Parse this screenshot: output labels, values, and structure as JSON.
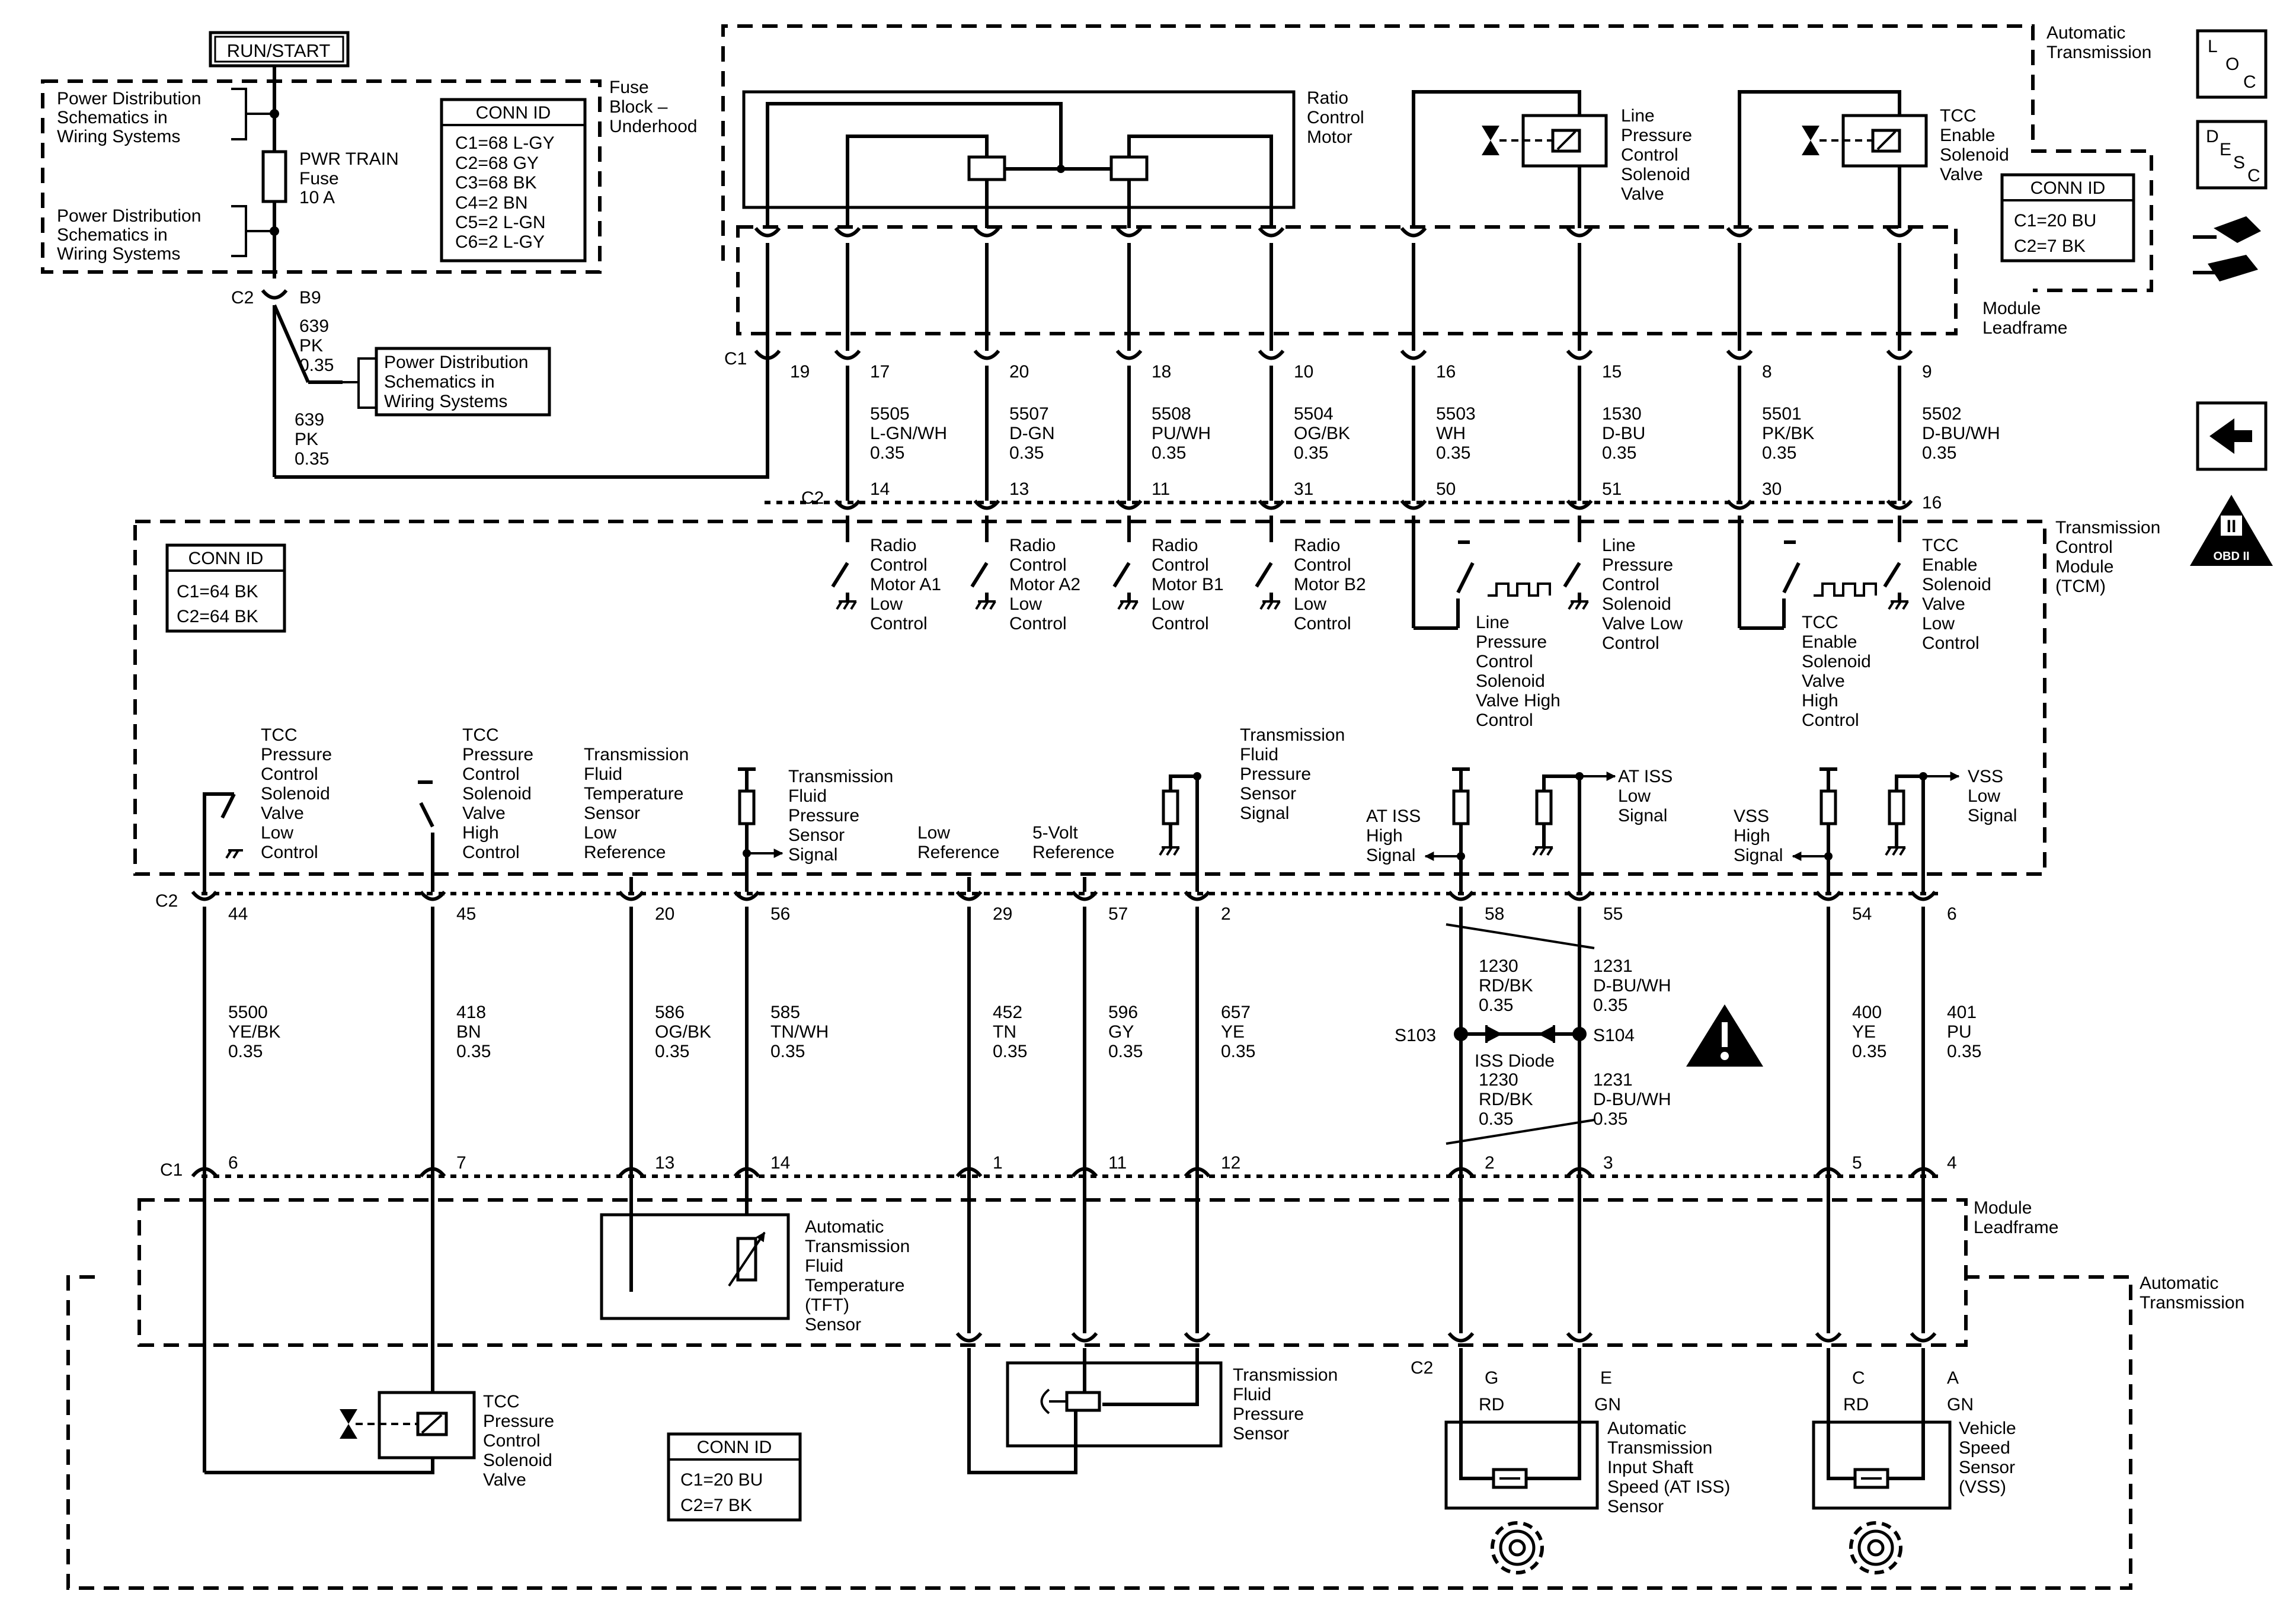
{
  "run_start": "RUN/START",
  "fuse_block": {
    "label": [
      "Fuse",
      "Block –",
      "Underhood"
    ],
    "power_dist": [
      "Power Distribution",
      "Schematics in",
      "Wiring Systems"
    ],
    "fuse": [
      "PWR TRAIN",
      "Fuse",
      "10 A"
    ],
    "conn_title": "CONN ID",
    "conn": [
      "C1=68 L-GY",
      "C2=68 GY",
      "C3=68 BK",
      "C4=2 BN",
      "C5=2 L-GN",
      "C6=2 L-GY"
    ],
    "c2_label": "C2",
    "c2_pin": "B9",
    "feed1": [
      "639",
      "PK",
      "0.35"
    ],
    "feed2": [
      "639",
      "PK",
      "0.35"
    ]
  },
  "at_top": {
    "title": [
      "Automatic",
      "Transmission"
    ],
    "ratio_motor": [
      "Ratio",
      "Control",
      "Motor"
    ],
    "line_pressure_valve": [
      "Line",
      "Pressure",
      "Control",
      "Solenoid",
      "Valve"
    ],
    "tcc_enable_valve": [
      "TCC",
      "Enable",
      "Solenoid",
      "Valve"
    ],
    "conn_title": "CONN ID",
    "conn": [
      "C1=20 BU",
      "C2=7 BK"
    ],
    "leadframe": [
      "Module",
      "Leadframe"
    ]
  },
  "upper_circuits": {
    "c1_label": "C1",
    "c2_label": "C2",
    "c1_pins": [
      "19",
      "17",
      "20",
      "18",
      "10",
      "16",
      "15",
      "8",
      "9"
    ],
    "c2_pins": [
      "14",
      "13",
      "11",
      "31",
      "50",
      "51",
      "30",
      "16"
    ],
    "wires": [
      [
        "5505",
        "L-GN/WH",
        "0.35"
      ],
      [
        "5507",
        "D-GN",
        "0.35"
      ],
      [
        "5508",
        "PU/WH",
        "0.35"
      ],
      [
        "5504",
        "OG/BK",
        "0.35"
      ],
      [
        "5503",
        "WH",
        "0.35"
      ],
      [
        "1530",
        "D-BU",
        "0.35"
      ],
      [
        "5501",
        "PK/BK",
        "0.35"
      ],
      [
        "5502",
        "D-BU/WH",
        "0.35"
      ]
    ],
    "tcm_labels": [
      [
        "Radio",
        "Control",
        "Motor A1",
        "Low",
        "Control"
      ],
      [
        "Radio",
        "Control",
        "Motor A2",
        "Low",
        "Control"
      ],
      [
        "Radio",
        "Control",
        "Motor B1",
        "Low",
        "Control"
      ],
      [
        "Radio",
        "Control",
        "Motor B2",
        "Low",
        "Control"
      ],
      [
        "Line",
        "Pressure",
        "Control",
        "Solenoid",
        "Valve Low",
        "Control"
      ],
      [
        "Line",
        "Pressure",
        "Control",
        "Solenoid",
        "Valve High",
        "Control"
      ],
      [
        "TCC",
        "Enable",
        "Solenoid",
        "Valve",
        "Low",
        "Control"
      ],
      [
        "TCC",
        "Enable",
        "Solenoid",
        "Valve",
        "High",
        "Control"
      ]
    ]
  },
  "tcm": {
    "title": [
      "Transmission",
      "Control",
      "Module",
      "(TCM)"
    ],
    "conn_title": "CONN ID",
    "conn": [
      "C1=64 BK",
      "C2=64 BK"
    ],
    "signals": [
      [
        "TCC",
        "Pressure",
        "Control",
        "Solenoid",
        "Valve",
        "Low",
        "Control"
      ],
      [
        "TCC",
        "Pressure",
        "Control",
        "Solenoid",
        "Valve",
        "High",
        "Control"
      ],
      [
        "Transmission",
        "Fluid",
        "Temperature",
        "Sensor",
        "Low",
        "Reference"
      ],
      [
        "Transmission",
        "Fluid",
        "Pressure",
        "Sensor",
        "Signal"
      ],
      [
        "Low",
        "Reference"
      ],
      [
        "5-Volt",
        "Reference"
      ],
      [
        "Transmission",
        "Fluid",
        "Pressure",
        "Sensor",
        "Signal"
      ],
      [
        "AT ISS",
        "High",
        "Signal"
      ],
      [
        "AT ISS",
        "Low",
        "Signal"
      ],
      [
        "VSS",
        "High",
        "Signal"
      ],
      [
        "VSS",
        "Low",
        "Signal"
      ]
    ]
  },
  "lower_circuits": {
    "c2_label": "C2",
    "c1_label": "C1",
    "c2_pins": [
      "44",
      "45",
      "20",
      "56",
      "29",
      "57",
      "2",
      "58",
      "55",
      "54",
      "6"
    ],
    "c1_pins": [
      "6",
      "7",
      "13",
      "14",
      "1",
      "11",
      "12",
      "2",
      "3",
      "5",
      "4"
    ],
    "wires": [
      [
        "5500",
        "YE/BK",
        "0.35"
      ],
      [
        "418",
        "BN",
        "0.35"
      ],
      [
        "586",
        "OG/BK",
        "0.35"
      ],
      [
        "585",
        "TN/WH",
        "0.35"
      ],
      [
        "452",
        "TN",
        "0.35"
      ],
      [
        "596",
        "GY",
        "0.35"
      ],
      [
        "657",
        "YE",
        "0.35"
      ],
      [
        "400",
        "YE",
        "0.35"
      ],
      [
        "401",
        "PU",
        "0.35"
      ]
    ],
    "iss_upper_left": [
      "1230",
      "RD/BK",
      "0.35"
    ],
    "iss_upper_right": [
      "1231",
      "D-BU/WH",
      "0.35"
    ],
    "iss_lower_left": [
      "1230",
      "RD/BK",
      "0.35"
    ],
    "iss_lower_right": [
      "1231",
      "D-BU/WH",
      "0.35"
    ],
    "s103": "S103",
    "s104": "S104",
    "iss_diode": "ISS Diode"
  },
  "at_bottom": {
    "leadframe": [
      "Module",
      "Leadframe"
    ],
    "title": [
      "Automatic",
      "Transmission"
    ],
    "tft_sensor": [
      "Automatic",
      "Transmission",
      "Fluid",
      "Temperature",
      "(TFT)",
      "Sensor"
    ],
    "pressure_sensor": [
      "Transmission",
      "Fluid",
      "Pressure",
      "Sensor"
    ],
    "tcc_valve": [
      "TCC",
      "Pressure",
      "Control",
      "Solenoid",
      "Valve"
    ],
    "conn_title": "CONN ID",
    "conn": [
      "C1=20 BU",
      "C2=7 BK"
    ],
    "c2_label": "C2",
    "iss_pins": [
      "G",
      "E"
    ],
    "iss_colors": [
      "RD",
      "GN"
    ],
    "vss_pins": [
      "C",
      "A"
    ],
    "vss_colors": [
      "RD",
      "GN"
    ],
    "iss_sensor": [
      "Automatic",
      "Transmission",
      "Input Shaft",
      "Speed (AT ISS)",
      "Sensor"
    ],
    "vss_sensor": [
      "Vehicle",
      "Speed",
      "Sensor",
      "(VSS)"
    ]
  },
  "side_icons": {
    "loc": [
      "L",
      "O",
      "C"
    ],
    "desc": [
      "D",
      "E",
      "S",
      "C"
    ],
    "obd": [
      "II",
      "OBD II"
    ]
  }
}
